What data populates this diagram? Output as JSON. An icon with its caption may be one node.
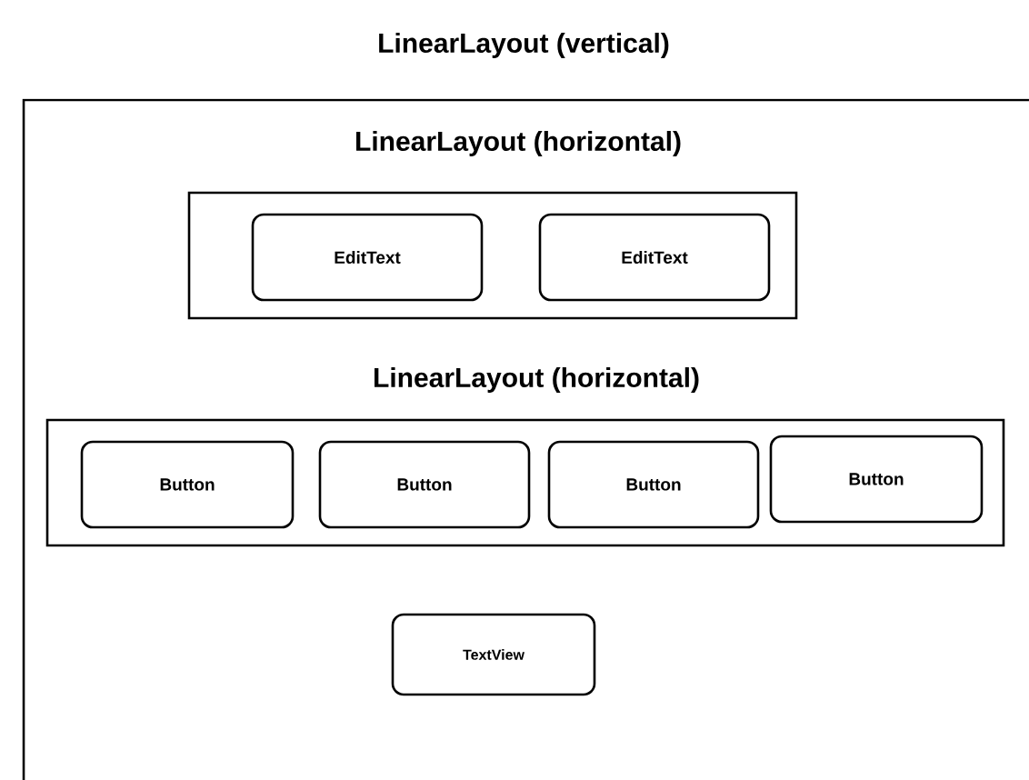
{
  "diagram": {
    "nodes": [
      {
        "text": [
          "LinearLayout (vertical)"
        ]
      },
      {
        "text": [
          "LinearLayout (horizontal)"
        ],
        "in": 0
      },
      {
        "text": [
          "EditText"
        ],
        "in": 1
      },
      {
        "text": [
          "EditText"
        ],
        "in": 1
      },
      {
        "text": [
          "LinearLayout (horizontal)"
        ],
        "in": 0
      },
      {
        "text": [
          "Button"
        ],
        "in": 4
      },
      {
        "text": [
          "Button"
        ],
        "in": 4
      },
      {
        "text": [
          "Button"
        ],
        "in": 4
      },
      {
        "text": [
          "Button"
        ],
        "in": 4
      },
      {
        "text": [
          "TextView"
        ],
        "in": 0
      }
    ]
  }
}
